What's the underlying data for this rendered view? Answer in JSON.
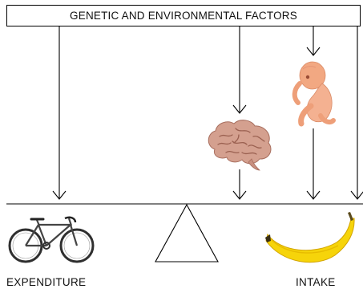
{
  "diagram": {
    "title": "GENETIC AND ENVIRONMENTAL FACTORS",
    "labels": {
      "expenditure": "EXPENDITURE",
      "intake": "INTAKE"
    },
    "icons": {
      "bicycle": "bicycle-icon",
      "brain": "brain-icon",
      "fetus": "fetus-icon",
      "banana": "banana-icon",
      "fulcrum": "fulcrum-triangle"
    },
    "colors": {
      "line": "#000000",
      "brain": "#d7a292",
      "fetus": "#f0a37f",
      "banana": "#f4d200"
    }
  }
}
